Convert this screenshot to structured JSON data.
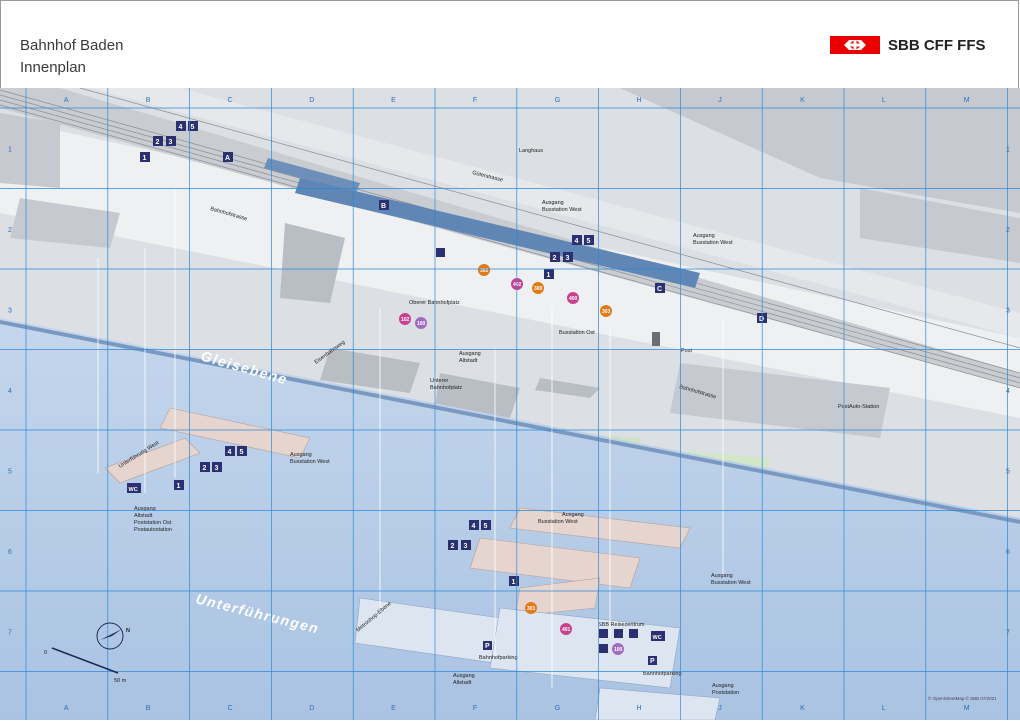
{
  "header": {
    "title_line1": "Bahnhof Baden",
    "title_line2": "Innenplan",
    "logo_text": "SBB CFF FFS",
    "brand_color": "#eb0000"
  },
  "grid": {
    "columns": [
      "A",
      "B",
      "C",
      "D",
      "E",
      "F",
      "G",
      "H",
      "J",
      "K",
      "L",
      "M"
    ],
    "rows": [
      "1",
      "2",
      "3",
      "4",
      "5",
      "6",
      "7"
    ],
    "line_color": "#2a8ad8"
  },
  "levels": {
    "track_level": "Gleisebene",
    "underpass_level": "Unterführungen"
  },
  "places": {
    "langhaus": "Langhaus",
    "gueterstrasse": "Güterstrasse",
    "bahnhofstrasse": "Bahnhofstrasse",
    "bahnhofstrasse_east": "Bahnhofstrasse",
    "oberer_bahnhofplatz": "Oberer Bahnhofplatz",
    "unterer_bahnhofplatz_1": "Unterer",
    "unterer_bahnhofplatz_2": "Bahnhofplatz",
    "busstation_ost": "Busstation Ost",
    "post": "Post",
    "postauto_station": "PostAuto-Station",
    "eisenbahnweg": "Eisenbahnweg",
    "unterfuehrung_west": "Unterführung West",
    "metroshop_ebene": "Metroshop-Ebene",
    "reisezentrum": "SBB Reisezentrum",
    "bahnhofparking": "Bahnhofparking",
    "bahnhofparking_2": "Bahnhofparking"
  },
  "exits": {
    "a1_l1": "Ausgang",
    "a1_l2": "Busstation West",
    "a2_l1": "Ausgang",
    "a2_l2": "Busstation West",
    "a3_l1": "Ausgang",
    "a3_l2": "Altstadt",
    "a4_l1": "Ausgang",
    "a4_l2": "Busstation West",
    "a5_l1": "Ausgang",
    "a5_l2": "Altstadt",
    "a5_l3": "Poststation Ost",
    "a5_l4": "Postautostation",
    "a6_l1": "Ausgang",
    "a6_l2": "Busstation West",
    "a7_l1": "Ausgang",
    "a7_l2": "Busstation West",
    "a8_l1": "Ausgang",
    "a8_l2": "Altstadt",
    "a9_l1": "Ausgang",
    "a9_l2": "Poststation"
  },
  "track_markers": [
    "4",
    "5",
    "2",
    "3",
    "1",
    "A",
    "B",
    "4",
    "5",
    "2",
    "3",
    "1",
    "C",
    "D",
    "4",
    "5",
    "2",
    "3",
    "1",
    "4",
    "5",
    "2",
    "3",
    "1"
  ],
  "amenities": [
    "302",
    "402",
    "300",
    "400",
    "303",
    "102",
    "100",
    "301",
    "401",
    "100"
  ],
  "facilities": {
    "wc": "WC",
    "parking": "P"
  },
  "scale": {
    "zero": "0",
    "distance": "50 m",
    "north": "N"
  },
  "credit": "© OpenStreetMap © SBB 07/2021"
}
